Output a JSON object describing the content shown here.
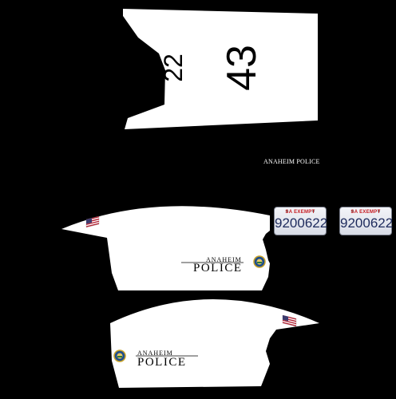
{
  "roof": {
    "number_small": "22",
    "number_large": "43"
  },
  "hood": {
    "text": "ANAHEIM POLICE"
  },
  "plates": [
    {
      "state_text": "SA EXEMPT",
      "number": "9200622"
    },
    {
      "state_text": "SA EXEMPT",
      "number": "9200622"
    }
  ],
  "door_left": {
    "line1": "ANAHEIM",
    "line2": "POLICE"
  },
  "door_right": {
    "line1": "ANAHEIM",
    "line2": "POLICE"
  },
  "colors": {
    "background": "#000000",
    "body_panel": "#ffffff",
    "text": "#000000",
    "plate_number": "#1d2a5c",
    "plate_state": "#c4161c"
  },
  "icons": [
    "us-flag-icon",
    "city-seal-icon"
  ]
}
